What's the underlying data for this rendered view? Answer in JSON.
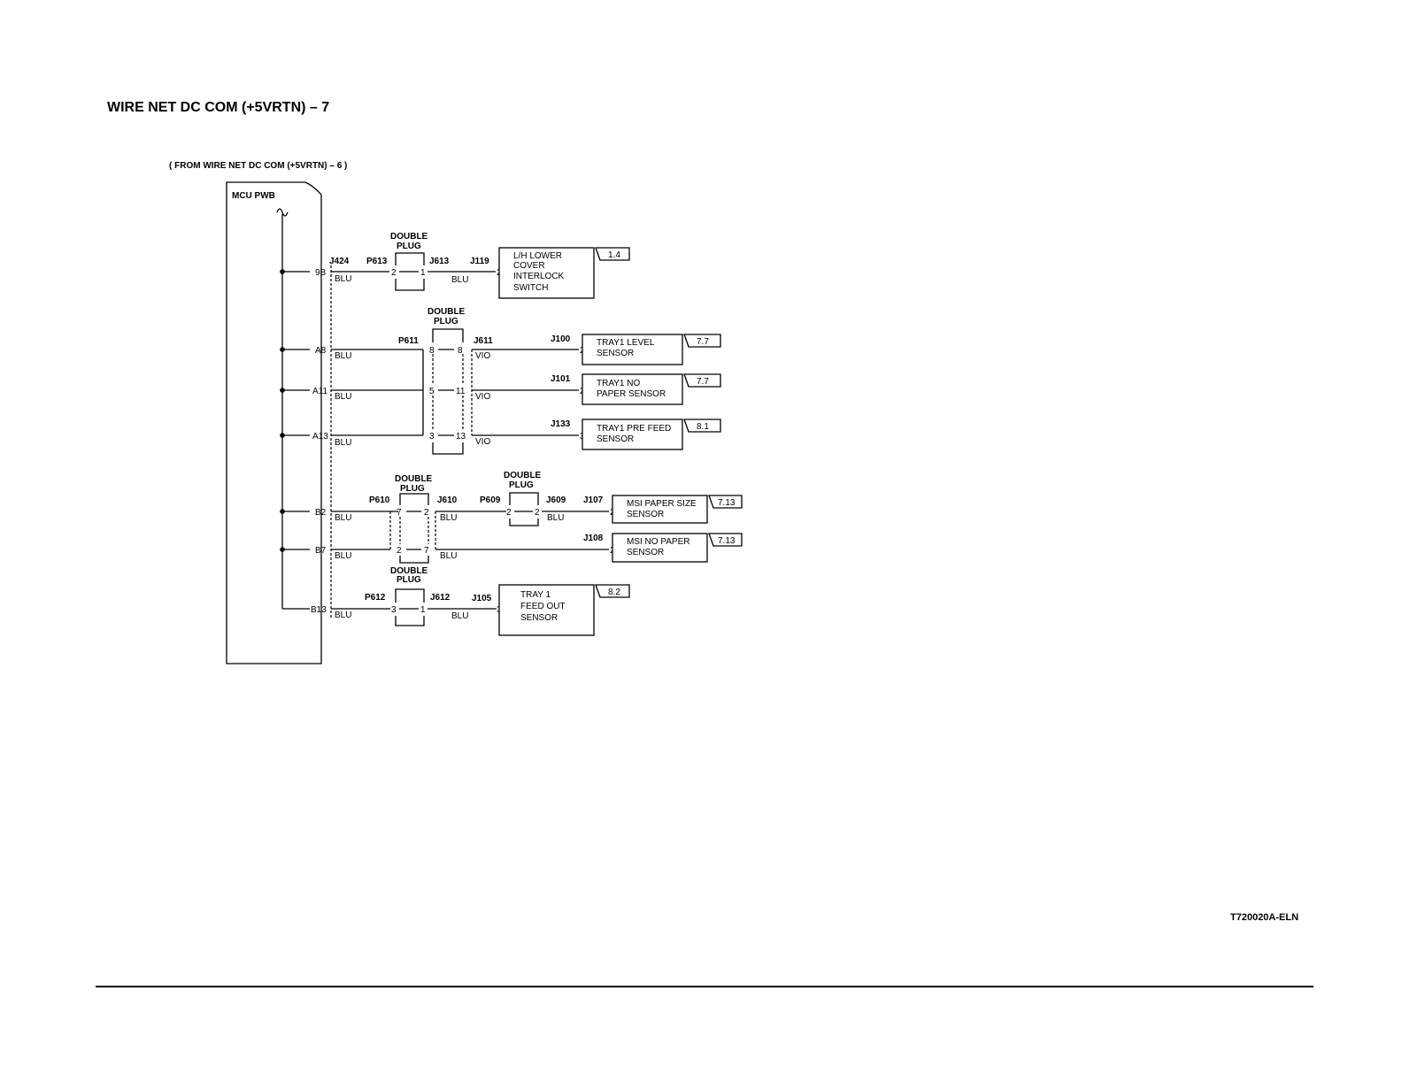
{
  "page": {
    "title": "WIRE NET DC COM (+5VRTN) – 7",
    "figure_id": "T720020A-ELN"
  },
  "diagram": {
    "source_note": "( FROM WIRE NET DC COM (+5VRTN) – 6 )",
    "board_label": "MCU PWB",
    "pins": [
      "9B",
      "A8",
      "A11",
      "A13",
      "B2",
      "B7",
      "B13"
    ],
    "board_connector": "J424",
    "double_plug_label": [
      "DOUBLE",
      "PLUG"
    ],
    "wire_colors": {
      "blu": "BLU",
      "vio": "VIO"
    },
    "plugs": {
      "p613": {
        "p": "P613",
        "j": "J613",
        "pin_a": "2",
        "pin_b": "1"
      },
      "p611": {
        "p": "P611",
        "j": "J611",
        "pins_a": [
          "8",
          "5",
          "3"
        ],
        "pins_b": [
          "8",
          "11",
          "13"
        ]
      },
      "p610": {
        "p": "P610",
        "j": "J610",
        "pins_a": [
          "7",
          "2"
        ],
        "pins_b": [
          "2",
          "7"
        ]
      },
      "p609": {
        "p": "P609",
        "j": "J609",
        "pin_a": "2",
        "pin_b": "2"
      },
      "p612": {
        "p": "P612",
        "j": "J612",
        "pin_a": "3",
        "pin_b": "1"
      }
    },
    "components": [
      {
        "conn": "J119",
        "pin": "2",
        "lines": [
          "L/H LOWER",
          "COVER",
          "INTERLOCK",
          "SWITCH"
        ],
        "ref": "1.4"
      },
      {
        "conn": "J100",
        "pin": "2",
        "lines": [
          "TRAY1 LEVEL",
          "SENSOR"
        ],
        "ref": "7.7"
      },
      {
        "conn": "J101",
        "pin": "2",
        "lines": [
          "TRAY1 NO",
          "PAPER SENSOR"
        ],
        "ref": "7.7"
      },
      {
        "conn": "J133",
        "pin": "3",
        "lines": [
          "TRAY1 PRE FEED",
          "SENSOR"
        ],
        "ref": "8.1"
      },
      {
        "conn": "J107",
        "pin": "2",
        "lines": [
          "MSI PAPER SIZE",
          "SENSOR"
        ],
        "ref": "7.13"
      },
      {
        "conn": "J108",
        "pin": "2",
        "lines": [
          "MSI NO PAPER",
          "SENSOR"
        ],
        "ref": "7.13"
      },
      {
        "conn": "J105",
        "pin": "3",
        "lines": [
          "TRAY 1",
          "FEED OUT",
          "SENSOR"
        ],
        "ref": "8.2"
      }
    ]
  }
}
